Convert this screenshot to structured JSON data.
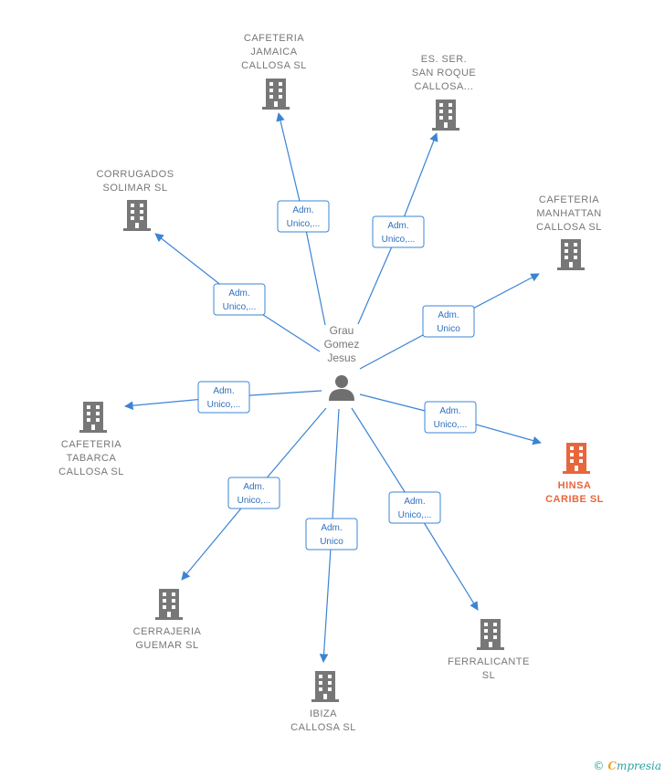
{
  "person": {
    "label": [
      "Grau",
      "Gomez",
      "Jesus"
    ]
  },
  "colors": {
    "edge": "#3b84d4",
    "company": "#777777",
    "highlight": "#e8663c"
  },
  "companies": [
    {
      "id": "cafeteria-jamaica",
      "lines": [
        "CAFETERIA",
        "JAMAICA",
        "CALLOSA SL"
      ],
      "highlight": false
    },
    {
      "id": "es-ser-san-roque",
      "lines": [
        "ES. SER.",
        "SAN ROQUE",
        "CALLOSA..."
      ],
      "highlight": false
    },
    {
      "id": "corrugados-solimar",
      "lines": [
        "CORRUGADOS",
        "SOLIMAR SL"
      ],
      "highlight": false
    },
    {
      "id": "cafeteria-manhattan",
      "lines": [
        "CAFETERIA",
        "MANHATTAN",
        "CALLOSA SL"
      ],
      "highlight": false
    },
    {
      "id": "cafeteria-tabarca",
      "lines": [
        "CAFETERIA",
        "TABARCA",
        "CALLOSA SL"
      ],
      "highlight": false
    },
    {
      "id": "hinsa-caribe",
      "lines": [
        "HINSA",
        "CARIBE SL"
      ],
      "highlight": true
    },
    {
      "id": "cerrajeria-guemar",
      "lines": [
        "CERRAJERIA",
        "GUEMAR SL"
      ],
      "highlight": false
    },
    {
      "id": "ibiza-callosa",
      "lines": [
        "IBIZA",
        "CALLOSA SL"
      ],
      "highlight": false
    },
    {
      "id": "ferralicante",
      "lines": [
        "FERRALICANTE",
        "SL"
      ],
      "highlight": false
    }
  ],
  "edges": [
    {
      "to": "cafeteria-jamaica",
      "label": [
        "Adm.",
        "Unico,..."
      ]
    },
    {
      "to": "es-ser-san-roque",
      "label": [
        "Adm.",
        "Unico,..."
      ]
    },
    {
      "to": "corrugados-solimar",
      "label": [
        "Adm.",
        "Unico,..."
      ]
    },
    {
      "to": "cafeteria-manhattan",
      "label": [
        "Adm.",
        "Unico"
      ]
    },
    {
      "to": "cafeteria-tabarca",
      "label": [
        "Adm.",
        "Unico,..."
      ]
    },
    {
      "to": "hinsa-caribe",
      "label": [
        "Adm.",
        "Unico,..."
      ]
    },
    {
      "to": "cerrajeria-guemar",
      "label": [
        "Adm.",
        "Unico,..."
      ]
    },
    {
      "to": "ibiza-callosa",
      "label": [
        "Adm.",
        "Unico"
      ]
    },
    {
      "to": "ferralicante",
      "label": [
        "Adm.",
        "Unico,..."
      ]
    }
  ],
  "footer": {
    "copyright": "©",
    "brand_initial": "C",
    "brand_rest": "mpresia"
  }
}
